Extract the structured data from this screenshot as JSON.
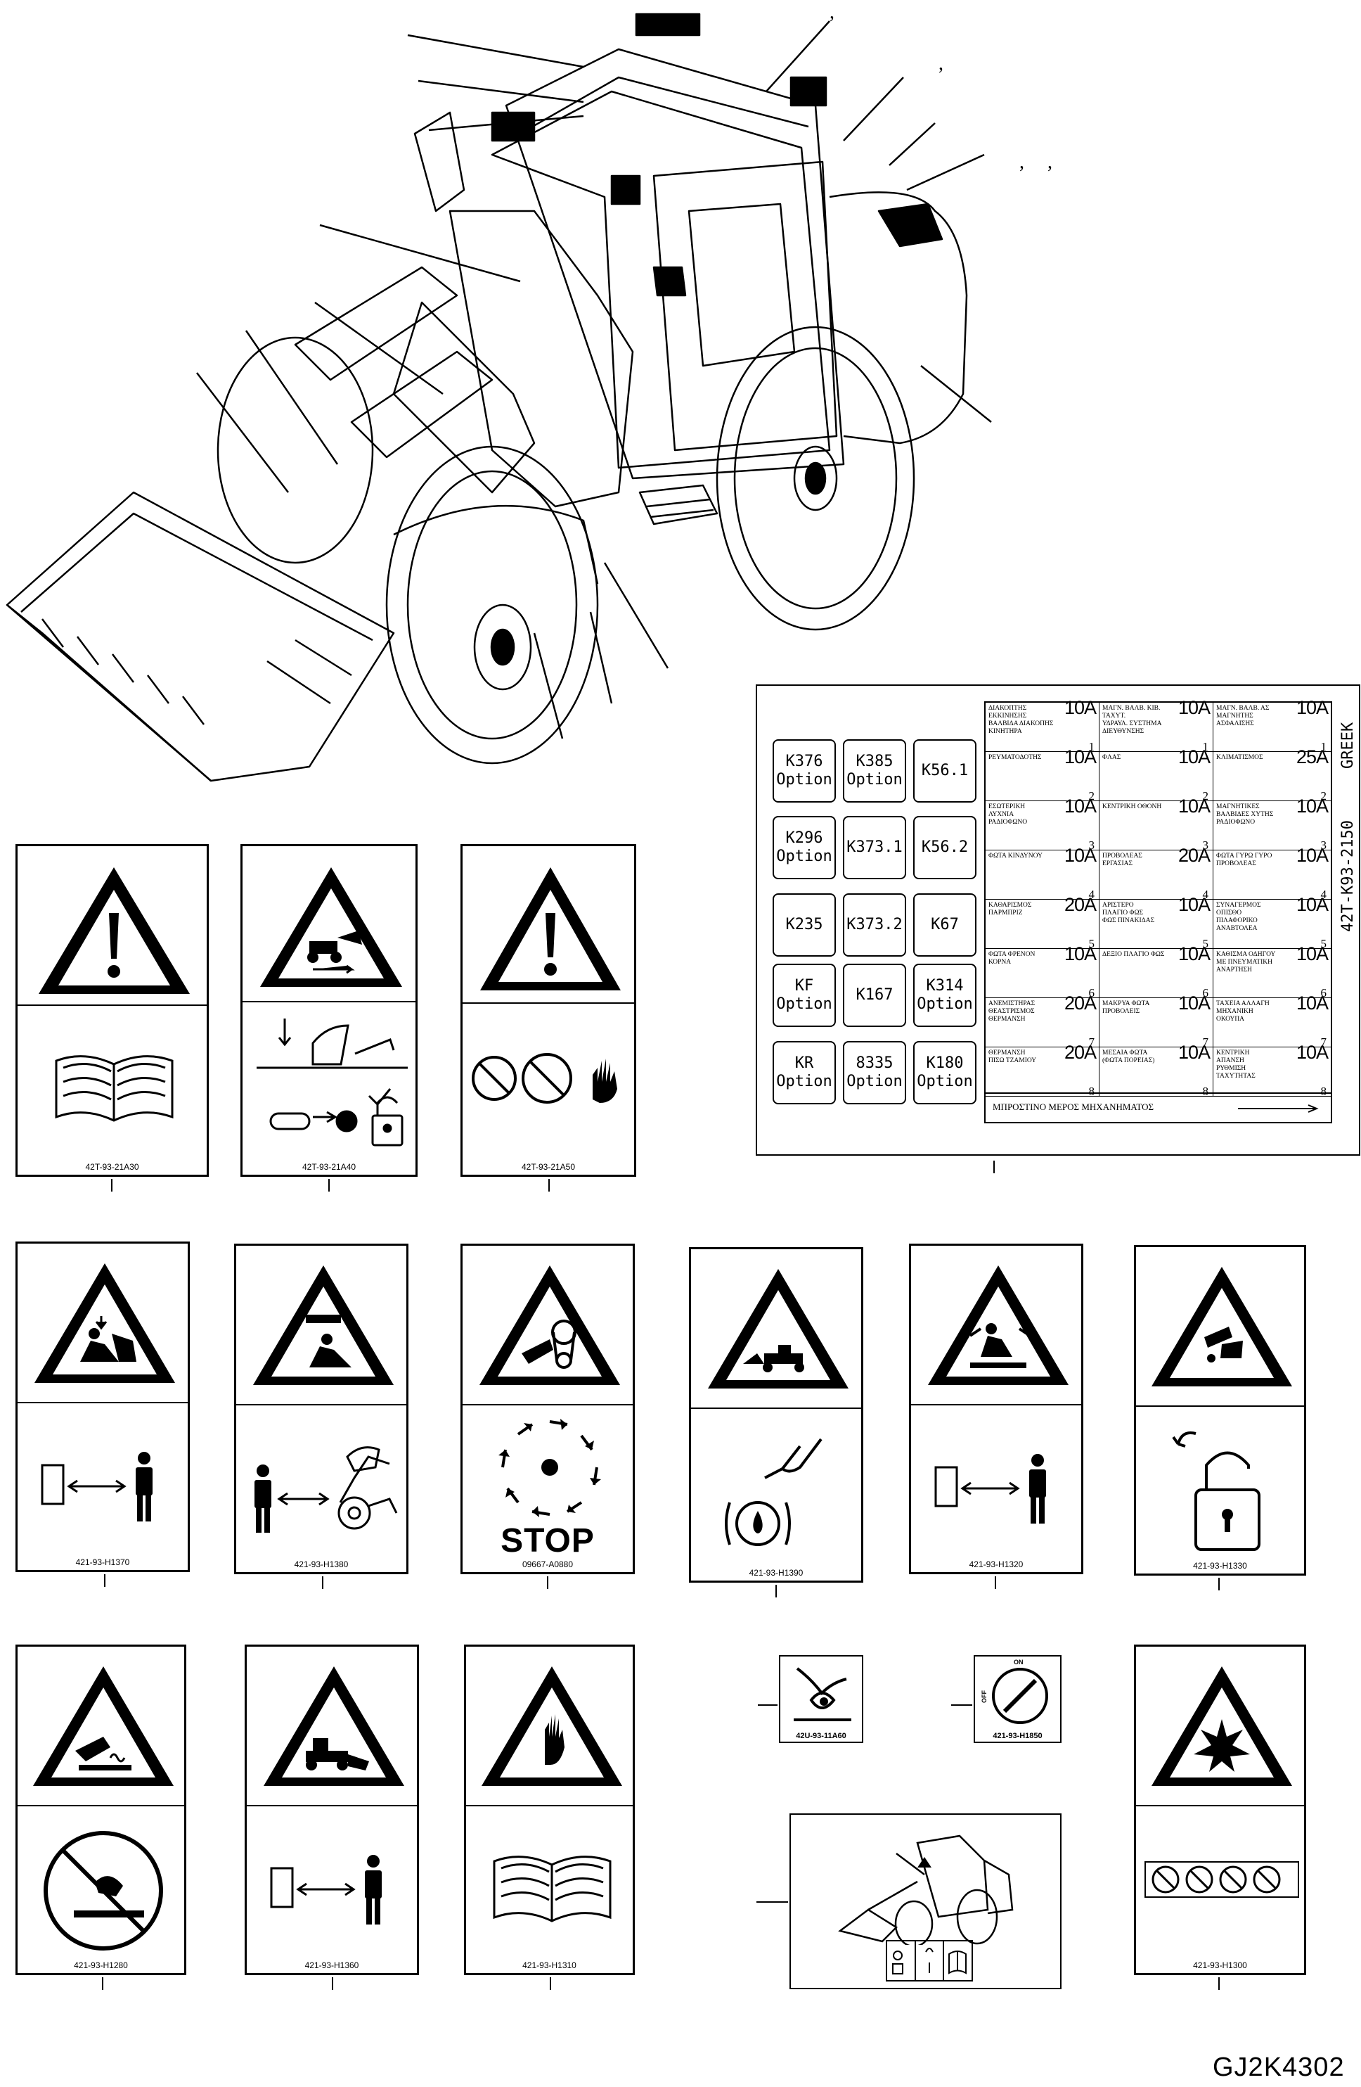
{
  "drawing_id": "GJ2K4302",
  "fuse_panel": {
    "part_code": "42T-K93-2150",
    "language": "GREEK",
    "buttons": [
      "K376\nOption",
      "K385\nOption",
      "K56.1",
      "K296\nOption",
      "K373.1",
      "K56.2",
      "K235",
      "K373.2",
      "K67",
      "KF\nOption",
      "K167",
      "K314\nOption",
      "KR\nOption",
      "8335\nOption",
      "K180\nOption"
    ],
    "cells": [
      [
        {
          "t": "ΔΙΑΚΟΠΤΗΣ\nΕΚΚΙΝΗΣΗΣ\nΒΑΛΒΙΔΑ ΔΙΑΚΟΠΗΣ\nΚΙΝΗΤΗΡΑ",
          "a": "10A",
          "n": "1"
        },
        {
          "t": "ΜΑΓΝ. ΒΑΛΒ. ΚΙΒ.\nΤΑΧΥΤ.\nΥΔΡΑΥΛ. ΣΥΣΤΗΜΑ\nΔΙΕΥΘΥΝΣΗΣ",
          "a": "10A",
          "n": "1"
        },
        {
          "t": "ΜΑΓΝ. ΒΑΛΒ. ΑΣ\nΜΑΓΝΗΤΗΣ\nΑΣΦΑΛΙΣΗΣ",
          "a": "10A",
          "n": "1"
        }
      ],
      [
        {
          "t": "ΡΕΥΜΑΤΟΔΟΤΗΣ",
          "a": "10A",
          "n": "2"
        },
        {
          "t": "ΦΛΑΣ",
          "a": "10A",
          "n": "2"
        },
        {
          "t": "ΚΛΙΜΑΤΙΣΜΟΣ",
          "a": "25A",
          "n": "2"
        }
      ],
      [
        {
          "t": "ΕΣΩΤΕΡΙΚΗ\nΛΥΧΝΙΑ\nΡΑΔΙΟΦΩΝΟ",
          "a": "10A",
          "n": "3"
        },
        {
          "t": "ΚΕΝΤΡΙΚΗ ΟΘΟΝΗ",
          "a": "10A",
          "n": "3"
        },
        {
          "t": "ΜΑΓΝΗΤΙΚΕΣ\nΒΑΛΒΙΔΕΣ ΧΥΤΗΣ\nΡΑΔΙΟΦΩΝΟ",
          "a": "10A",
          "n": "3"
        }
      ],
      [
        {
          "t": "ΦΩΤΑ ΚΙΝΔΥΝΟΥ",
          "a": "10A",
          "n": "4"
        },
        {
          "t": "ΠΡΟΒΟΛΕΑΣ\nΕΡΓΑΣΙΑΣ",
          "a": "20A",
          "n": "4"
        },
        {
          "t": "ΦΩΤΑ ΓΥΡΩ ΓΥΡΟ\nΠΡΟΒΟΛΕΑΣ",
          "a": "10A",
          "n": "4"
        }
      ],
      [
        {
          "t": "ΚΑΘΑΡΙΣΜΟΣ\nΠΑΡΜΠΡΙΖ",
          "a": "20A",
          "n": "5"
        },
        {
          "t": "ΑΡΙΣΤΕΡΟ\nΠΛΑΓΙΟ ΦΩΣ\nΦΩΣ ΠΙΝΑΚΙΔΑΣ",
          "a": "10A",
          "n": "5"
        },
        {
          "t": "ΣΥΝΑΓΕΡΜΟΣ\nΟΠΙΣΘΟ\nΠΙΛΑΦΟΡΙΚΟ\nΑΝΑΒΤΟΛΕΑ",
          "a": "10A",
          "n": "5"
        }
      ],
      [
        {
          "t": "ΦΩΤΑ ΦΡΕΝΟΝ\nΚΟΡΝΑ",
          "a": "10A",
          "n": "6"
        },
        {
          "t": "ΔΕΞΙΟ ΠΛΑΓΙΟ ΦΩΣ",
          "a": "10A",
          "n": "6"
        },
        {
          "t": "ΚΑΘΙΣΜΑ ΟΔΗΓΟΥ\nΜΕ ΠΝΕΥΜΑΤΙΚΗ\nΑΝΑΡΤΗΣΗ",
          "a": "10A",
          "n": "6"
        }
      ],
      [
        {
          "t": "ΑΝΕΜΙΣΤΗΡΑΣ\nΘΕΑΣΤΡΙΣΜΟΣ\nΘΕΡΜΑΝΣΗ",
          "a": "20A",
          "n": "7"
        },
        {
          "t": "ΜΑΚΡΥΑ ΦΩΤΑ\nΠΡΟΒΟΛΕΙΣ",
          "a": "10A",
          "n": "7"
        },
        {
          "t": "ΤΑΧΕΙΑ ΑΛΛΑΓΗ\nΜΗΧΑΝΙΚΗ\nΟΚΟΥΠΑ",
          "a": "10A",
          "n": "7"
        }
      ],
      [
        {
          "t": "ΘΕΡΜΑΝΣΗ\nΠΙΣΩ ΤΖΑΜΙΟΥ",
          "a": "20A",
          "n": "8"
        },
        {
          "t": "ΜΕΣΑΙΑ ΦΩΤΑ\n(ΦΩΤΑ ΠΟΡΕΙΑΣ)",
          "a": "10A",
          "n": "8"
        },
        {
          "t": "ΚΕΝΤΡΙΚΗ\nΑΠΑΝΣΗ\nΡΥΘΜΙΣΗ\nΤΑΧΥΤΗΤΑΣ",
          "a": "10A",
          "n": "8"
        }
      ]
    ],
    "footer": "ΜΠΡΟΣΤΙΝΟ ΜΕΡΟΣ ΜΗΧΑΝΗΜΑΤΟΣ"
  },
  "decals": [
    {
      "code": "42T-93-21A30"
    },
    {
      "code": "42T-93-21A40"
    },
    {
      "code": "42T-93-21A50"
    },
    {
      "code": "421-93-H1370"
    },
    {
      "code": "421-93-H1380"
    },
    {
      "code": "09667-A0880"
    },
    {
      "code": "421-93-H1390"
    },
    {
      "code": "421-93-H1320"
    },
    {
      "code": "421-93-H1330"
    },
    {
      "code": "421-93-H1280"
    },
    {
      "code": "421-93-H1360"
    },
    {
      "code": "421-93-H1310"
    },
    {
      "code": "42U-93-11A60"
    },
    {
      "code": "421-93-H1850"
    },
    {
      "code": "421-93-H1300"
    }
  ],
  "stop_label": "STOP",
  "on_label": "ON",
  "off_label": "OFF",
  "comma_marks": [
    ",",
    ",",
    ",",
    ","
  ]
}
